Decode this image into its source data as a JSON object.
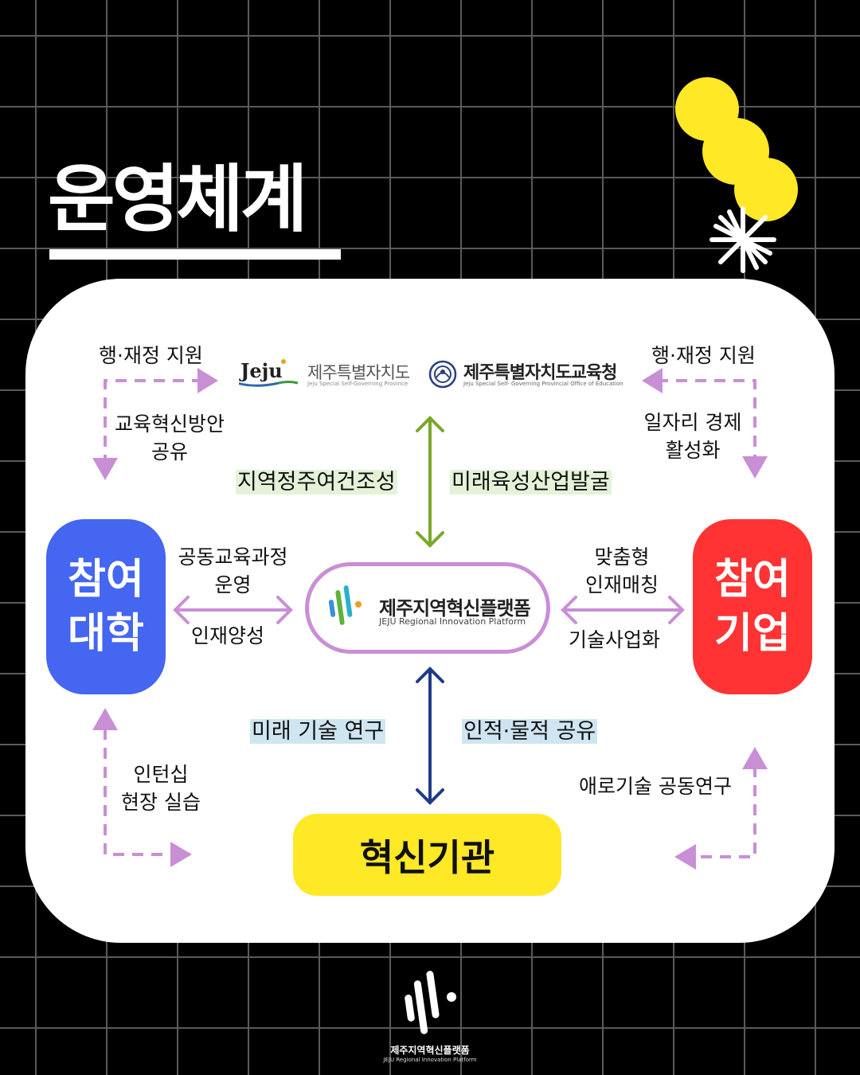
{
  "title": "운영체계",
  "gov": {
    "logo_text": "Jeju",
    "province_name": "제주특별자치도",
    "province_sub": "Jeju Special Self-Governing Province",
    "edu_name": "제주특별자치도교육청",
    "edu_sub": "Jeju Special Self- Governing Provincial Office of Education"
  },
  "nodes": {
    "uni_line1": "참여",
    "uni_line2": "대학",
    "corp_line1": "참여",
    "corp_line2": "기업",
    "platform_name": "제주지역혁신플랫폼",
    "platform_sub": "JEJU Regional Innovation Platform",
    "innovation": "혁신기관"
  },
  "labels": {
    "admin_support_left": "행·재정 지원",
    "admin_support_right": "행·재정 지원",
    "edu_share_1": "교육혁신방안",
    "edu_share_2": "공유",
    "jobs_1": "일자리 경제",
    "jobs_2": "활성화",
    "settle": "지역정주여건조성",
    "future_industry": "미래육성산업발굴",
    "joint_curr_1": "공동교육과정",
    "joint_curr_2": "운영",
    "talent": "인재양성",
    "custom_1": "맞춤형",
    "custom_2": "인재매칭",
    "tech_biz": "기술사업화",
    "future_tech": "미래 기술 연구",
    "resource_share": "인적·물적 공유",
    "intern_1": "인턴십",
    "intern_2": "현장 실습",
    "bottleneck": "애로기술 공동연구"
  },
  "footer": {
    "name": "제주지역혁신플랫폼",
    "sub": "JEJU Regional Innovation Platform"
  },
  "colors": {
    "university": "#4466f0",
    "company": "#ff3333",
    "innovation": "#ffe825",
    "dashed_arrow": "#c98fd6",
    "green_arrow": "#7aa829",
    "navy_arrow": "#1f3a8a",
    "highlight_green": "#e4f3d8",
    "highlight_blue": "#cfe6f2"
  }
}
